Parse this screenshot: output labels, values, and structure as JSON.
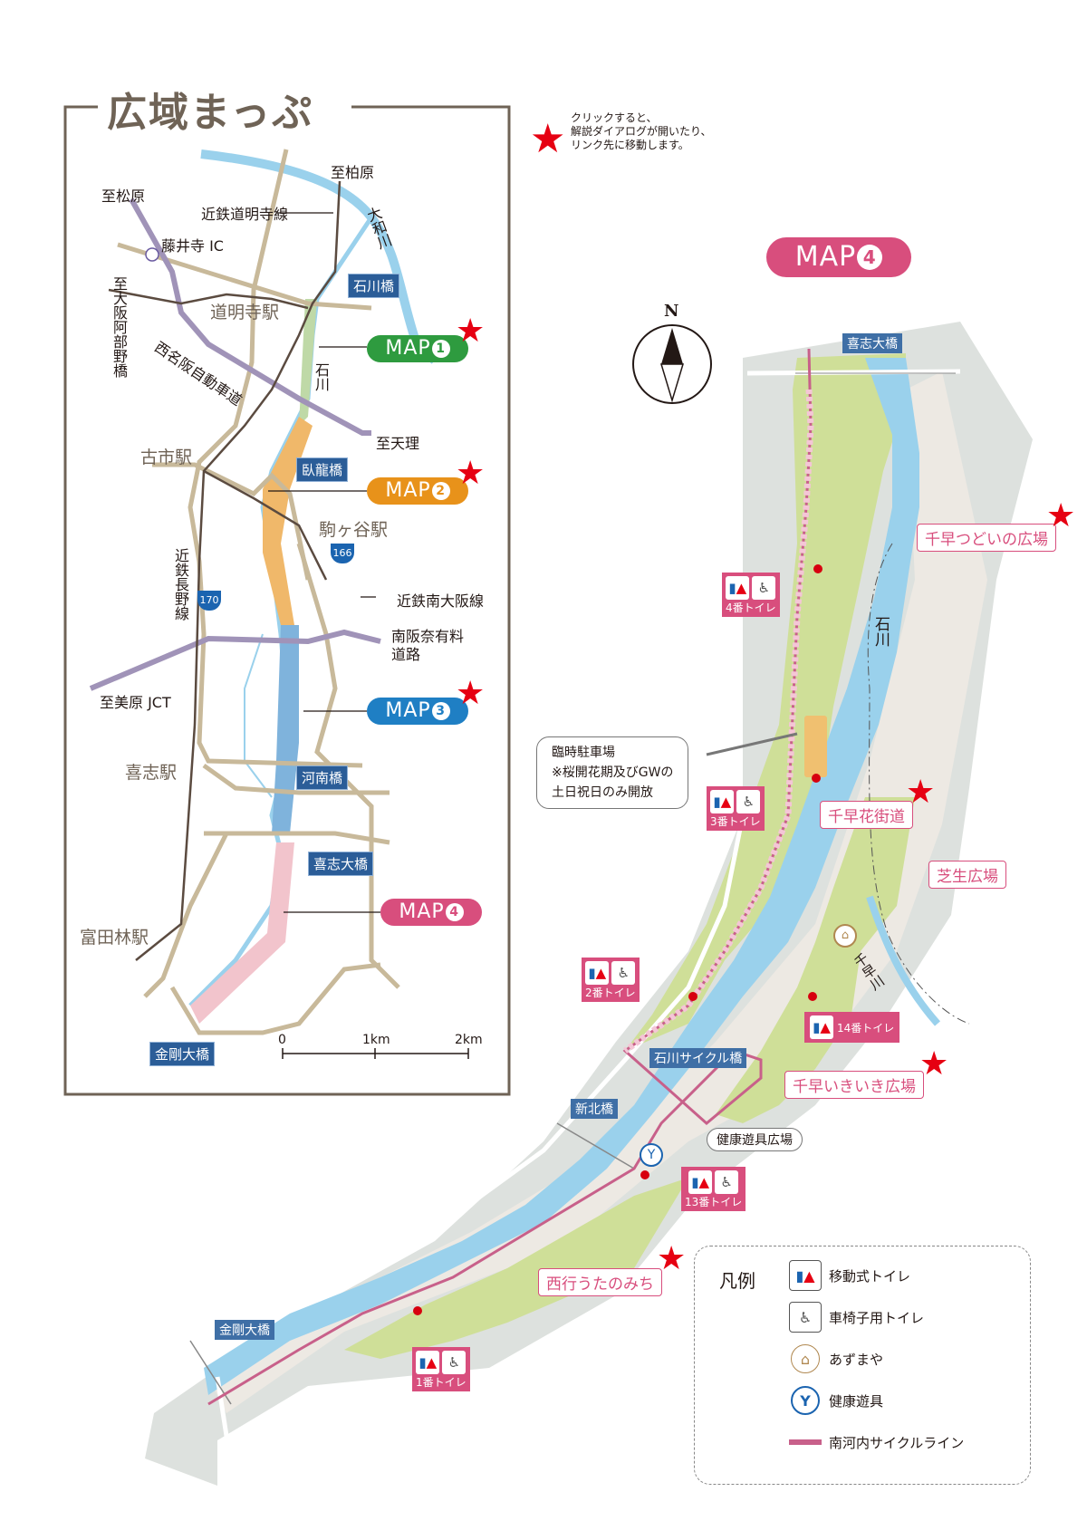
{
  "overview": {
    "title": "広域まっぷ",
    "note_lines": [
      "クリックすると、",
      "解説ダイアログが開いたり、",
      "リンク先に移動します。"
    ],
    "places": {
      "to_kashiwara": "至柏原",
      "to_matsubara": "至松原",
      "kintetsu_domyoji_line": "近鉄道明寺線",
      "fujiidera_ic": "藤井寺 IC",
      "yamato_river": "大和川",
      "to_osaka_abeno": "至大阪阿部野橋",
      "nishi_meihan": "西名阪自動車道",
      "domyoji_sta": "道明寺駅",
      "ishikawa": "石川",
      "to_tenri": "至天理",
      "furuichi_sta": "古市駅",
      "komagatani_sta": "駒ヶ谷駅",
      "route166": "166",
      "route170": "170",
      "kintetsu_minami_osaka": "近鉄南大阪線",
      "kintetsu_nagano": "近鉄長野線",
      "minami_hannan": "南阪奈有料道路",
      "to_mihara_jct": "至美原 JCT",
      "kishi_sta": "喜志駅",
      "tondabayashi_sta": "富田林駅"
    },
    "bridges": [
      "石川橋",
      "臥龍橋",
      "河南橋",
      "喜志大橋",
      "金剛大橋"
    ],
    "maps": [
      {
        "label": "MAP",
        "num": "1",
        "color": "#2e9b3f"
      },
      {
        "label": "MAP",
        "num": "2",
        "color": "#e8921a"
      },
      {
        "label": "MAP",
        "num": "3",
        "color": "#1f7fc4"
      },
      {
        "label": "MAP",
        "num": "4",
        "color": "#d84e7d"
      }
    ],
    "scale": {
      "ticks": [
        "0",
        "1km",
        "2km"
      ]
    }
  },
  "detail": {
    "title": {
      "label": "MAP",
      "num": "4",
      "color": "#d84e7d"
    },
    "compass": "N",
    "bridges": {
      "kishi": "喜志大橋",
      "cycle": "石川サイクル橋",
      "shinkita": "新北橋",
      "kongo": "金剛大橋"
    },
    "river": "石川",
    "chihaya_river": "千早川",
    "spots": [
      "千早つどいの広場",
      "千早花街道",
      "芝生広場",
      "千早いきいき広場",
      "西行うたのみち"
    ],
    "parking": [
      "臨時駐車場",
      "※桜開花期及びGWの",
      "土日祝日のみ開放"
    ],
    "kenko_plaza": "健康遊具広場",
    "toilets": [
      "4番トイレ",
      "3番トイレ",
      "2番トイレ",
      "14番トイレ",
      "13番トイレ",
      "1番トイレ"
    ]
  },
  "legend": {
    "title": "凡例",
    "items": [
      {
        "icon": "mobile-toilet-icon",
        "label": "移動式トイレ"
      },
      {
        "icon": "wheelchair-toilet-icon",
        "label": "車椅子用トイレ"
      },
      {
        "icon": "gazebo-icon",
        "label": "あずまや"
      },
      {
        "icon": "fitness-equipment-icon",
        "label": "健康遊具"
      },
      {
        "icon": "cycle-line-swatch",
        "label": "南河内サイクルライン"
      }
    ],
    "colors": {
      "cycle_line": "#c8608a",
      "toilet_badge": "#d84e7d",
      "star": "#e60012",
      "bridge_label": "#2b5d98"
    }
  }
}
